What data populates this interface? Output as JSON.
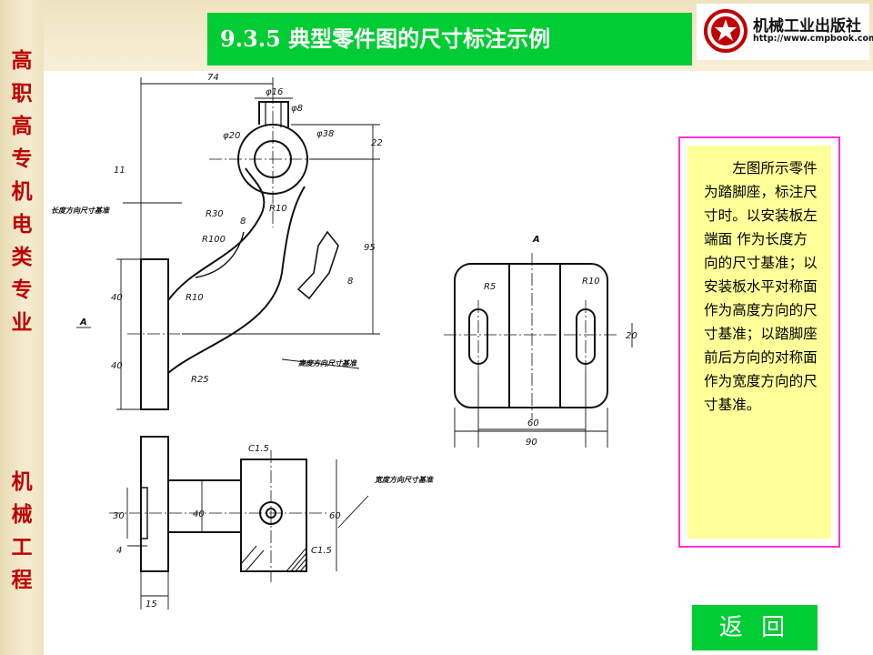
{
  "header": {
    "title": "9.3.5 典型零件图的尺寸标注示例",
    "publisher_name": "机械工业出版社",
    "publisher_url": "http://www.cmpbook.com"
  },
  "sidebar": {
    "chars": [
      "高",
      "职",
      "高",
      "专",
      "机",
      "电",
      "类",
      "专",
      "业",
      "机",
      "械",
      "工",
      "程"
    ]
  },
  "drawing": {
    "dims": {
      "d74": "74",
      "d16": "φ16",
      "d8": "φ8",
      "d20": "φ20",
      "d38": "φ38",
      "d22": "22",
      "d11": "11",
      "r30": "R30",
      "r10a": "R10",
      "b8": "8",
      "r100": "R100",
      "r10b": "R10",
      "d40a": "40",
      "d40b": "40",
      "d95": "95",
      "r25": "R25",
      "a_side": "A",
      "a_sect": "A",
      "s8": "8",
      "r5": "R5",
      "r10c": "R10",
      "d20v": "20",
      "d60": "60",
      "d90": "90",
      "c15a": "C1.5",
      "c15b": "C1.5",
      "d30": "30",
      "d40c": "40",
      "d60v": "60",
      "d4": "4",
      "d15": "15"
    },
    "annotations": {
      "length_base": "长度方向尺寸基准",
      "height_base": "高度方向尺寸基准",
      "width_base": "宽度方向尺寸基准"
    }
  },
  "note": {
    "text": "左图所示零件为踏脚座，标注尺寸时。以安装板左端面 作为长度方向的尺寸基准；以安装板水平对称面作为高度方向的尺寸基准；以踏脚座前后方向的对称面作为宽度方向的尺寸基准。"
  },
  "nav": {
    "back_label": "返 回"
  },
  "colors": {
    "title_bg": "#00cc33",
    "sidebar_text": "#c00000",
    "note_border": "#ff33cc",
    "note_bg": "#ffff99"
  }
}
